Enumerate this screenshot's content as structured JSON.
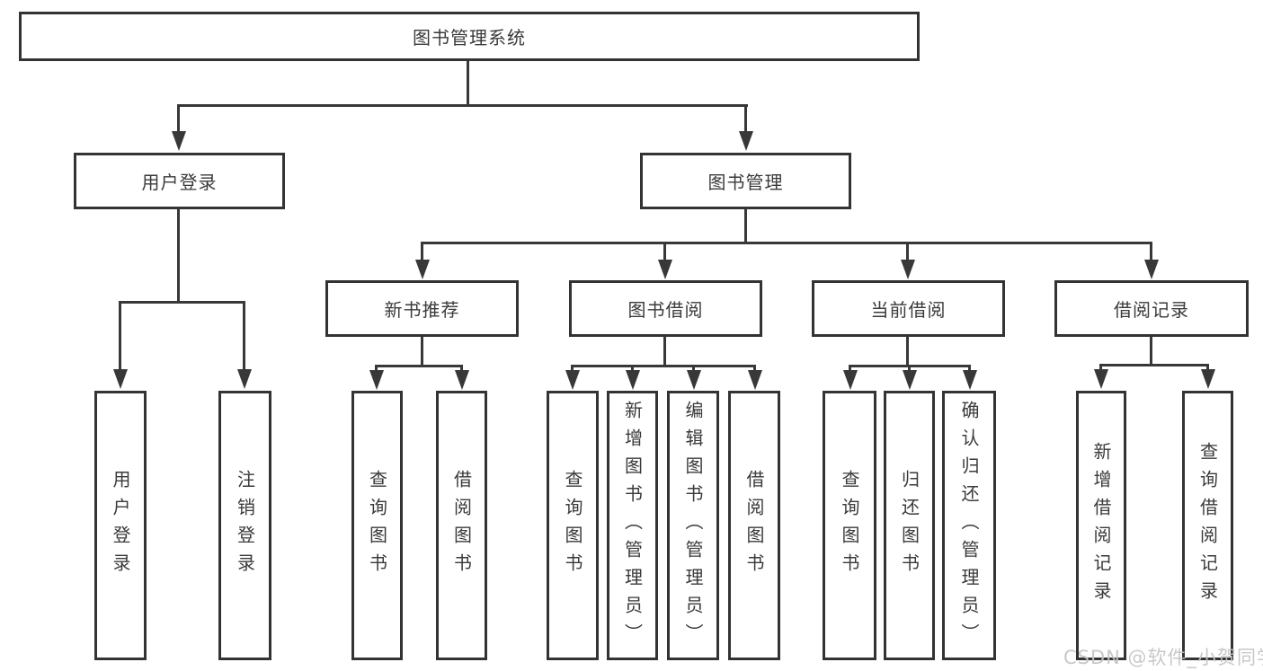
{
  "diagram": {
    "title": "图书管理系统",
    "level2": {
      "user_login": "用户登录",
      "book_management": "图书管理"
    },
    "user_login_children": {
      "login": "用户登录",
      "logout": "注销登录"
    },
    "book_management_children": {
      "new_book_recommend": "新书推荐",
      "book_borrow": "图书借阅",
      "current_borrow": "当前借阅",
      "borrow_record": "借阅记录"
    },
    "new_book_recommend_children": {
      "query_book": "查询图书",
      "borrow_book": "借阅图书"
    },
    "book_borrow_children": {
      "query_book": "查询图书",
      "add_book_admin": "新增图书（管理员）",
      "edit_book_admin": "编辑图书（管理员）",
      "borrow_book": "借阅图书"
    },
    "current_borrow_children": {
      "query_book": "查询图书",
      "return_book": "归还图书",
      "confirm_return_admin": "确认归还（管理员）"
    },
    "borrow_record_children": {
      "add_borrow_record": "新增借阅记录",
      "query_borrow_record": "查询借阅记录"
    }
  },
  "watermark": "CSDN @软件_小贺同学",
  "colors": {
    "line": "#383838",
    "box_border": "#333333",
    "text": "#3a3a3a",
    "watermark": "#c6c6c6",
    "background": "#ffffff"
  }
}
